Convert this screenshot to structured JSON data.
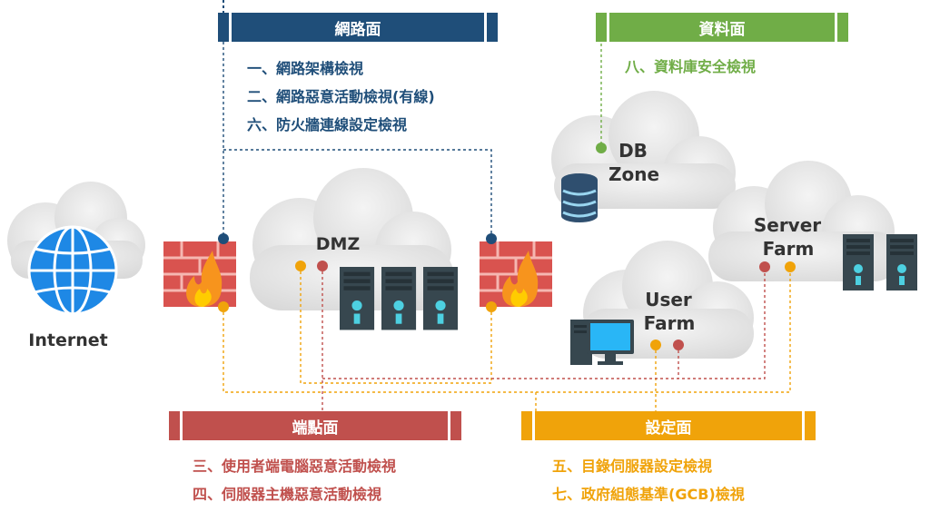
{
  "sections": {
    "network": {
      "title": "網路面",
      "color": "#1f4e79",
      "text_color": "#1f4e79",
      "items": [
        "一、網路架構檢視",
        "二、網路惡意活動檢視(有線)",
        "六、防火牆連線設定檢視"
      ]
    },
    "data": {
      "title": "資料面",
      "color": "#70ad47",
      "text_color": "#70ad47",
      "items": [
        "八、資料庫安全檢視"
      ]
    },
    "endpoint": {
      "title": "端點面",
      "color": "#c0504d",
      "text_color": "#c0504d",
      "items": [
        "三、使用者端電腦惡意活動檢視",
        "四、伺服器主機惡意活動檢視"
      ]
    },
    "config": {
      "title": "設定面",
      "color": "#f0a30a",
      "text_color": "#f0a30a",
      "items": [
        "五、目錄伺服器設定檢視",
        "七、政府組態基準(GCB)檢視"
      ]
    }
  },
  "zones": {
    "internet": "Internet",
    "dmz": "DMZ",
    "db_zone": [
      "DB",
      "Zone"
    ],
    "server_farm": [
      "Server",
      "Farm"
    ],
    "user_farm": [
      "User",
      "Farm"
    ]
  },
  "icons": [
    "globe-icon",
    "firewall-icon",
    "server-icon",
    "database-icon",
    "desktop-icon"
  ]
}
